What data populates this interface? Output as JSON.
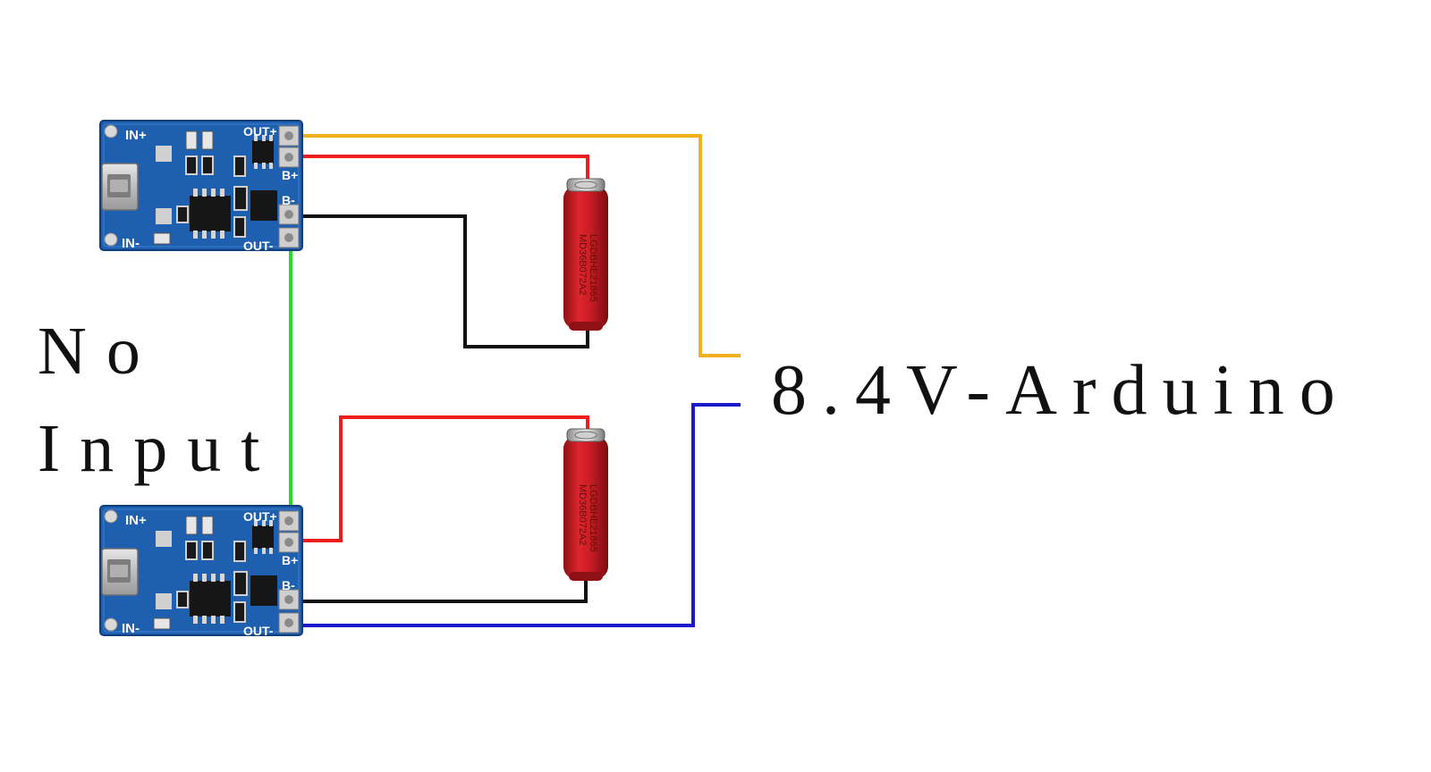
{
  "labels": {
    "output": "8.4V-Arduino",
    "no_input_line1": "No",
    "no_input_line2": "Input"
  },
  "modules": [
    {
      "id": "module-top",
      "pins": {
        "in_plus": "IN+",
        "in_minus": "IN-",
        "out_plus": "OUT+",
        "out_minus": "OUT-",
        "b_plus": "B+",
        "b_minus": "B-"
      }
    },
    {
      "id": "module-bottom",
      "pins": {
        "in_plus": "IN+",
        "in_minus": "IN-",
        "out_plus": "OUT+",
        "out_minus": "OUT-",
        "b_plus": "B+",
        "b_minus": "B-"
      }
    }
  ],
  "batteries": [
    {
      "id": "battery-top",
      "print_line1": "LGDBHE21865",
      "print_line2": "MD36B072A2"
    },
    {
      "id": "battery-bottom",
      "print_line1": "LGDBHE21865",
      "print_line2": "MD36B072A2"
    }
  ],
  "colors": {
    "background": "#ffffff",
    "pcb": "#1f5fb0",
    "wire_out_plus": "#f2b01e",
    "wire_battery_plus": "#ee1c1c",
    "wire_battery_minus": "#111111",
    "wire_bridge": "#22dd22",
    "wire_out_minus": "#1a1acc",
    "battery": "#d21f26"
  }
}
